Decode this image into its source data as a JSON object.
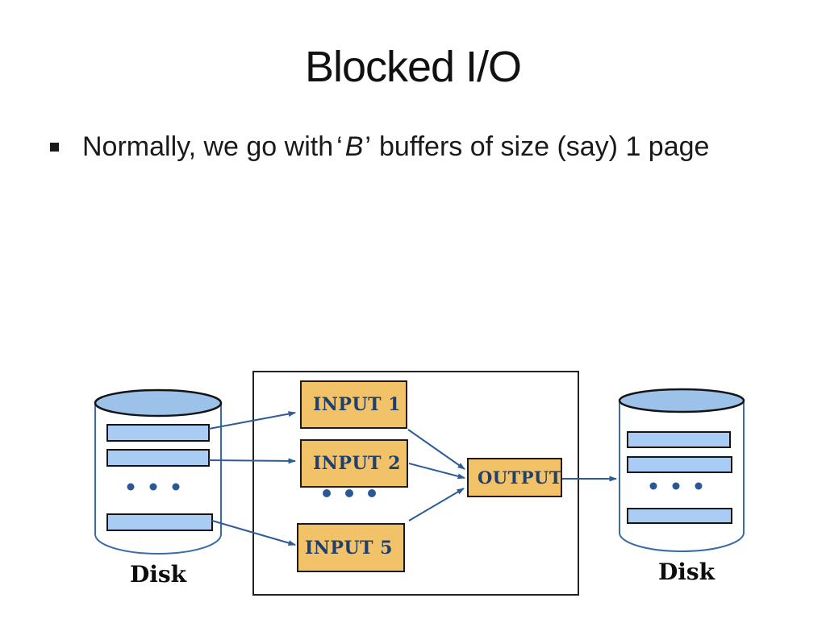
{
  "slide": {
    "title": "Blocked I/O",
    "bullet": {
      "pre": "Normally, we go with",
      "open_quote": "‘",
      "var": "B",
      "close_quote": "’",
      "post": "buffers of size (say) 1 page"
    }
  },
  "diagram": {
    "inputs": [
      {
        "label": "INPUT 1"
      },
      {
        "label": "INPUT 2"
      },
      {
        "label": "INPUT 5"
      }
    ],
    "output": {
      "label": "OUTPUT"
    },
    "disk_left": {
      "label": "Disk"
    },
    "disk_right": {
      "label": "Disk"
    },
    "colors": {
      "box_fill": "#F2C268",
      "box_text": "#1F3F6E",
      "bar_fill": "#A8CCF4",
      "ellipse_fill": "#9CC2EA",
      "arrow": "#2E5C94",
      "cylinder_outline": "#3A6BA5"
    }
  }
}
